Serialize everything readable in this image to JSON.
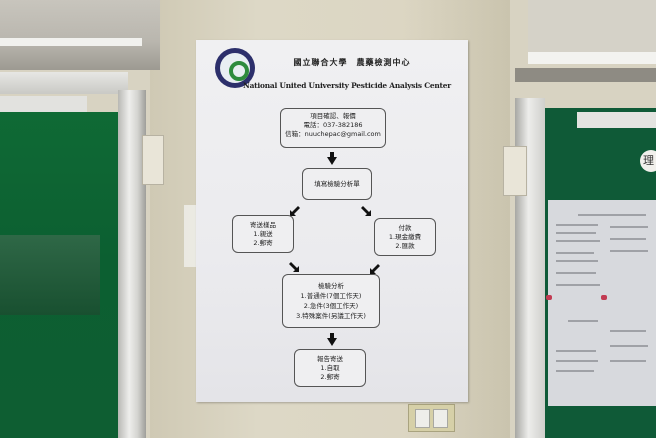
{
  "scene": {
    "description": "Flowchart poster taped on a wall between two green glass-fronted notice boards",
    "colors": {
      "wall": "#dcd6c3",
      "board_green": "#0e5e32",
      "poster_paper": "#ececef",
      "logo_navy": "#2c2f6b",
      "logo_green": "#2e8b3d"
    }
  },
  "poster": {
    "logo": "nuu-logo-icon",
    "title_cn": "國立聯合大學　農藥檢測中心",
    "title_en": "National United University Pesticide Analysis Center",
    "steps": {
      "contact": {
        "line1": "項目確認、報價",
        "line2": "電話：037-382186",
        "line3": "信箱：nuuchepac@gmail.com"
      },
      "form": {
        "line1": "填寫檢驗分析單"
      },
      "sample": {
        "line1": "寄送樣品",
        "line2": "1.親送",
        "line3": "2.郵寄"
      },
      "payment": {
        "line1": "付款",
        "line2": "1.現金繳費",
        "line3": "2.匯款"
      },
      "analysis": {
        "line1": "檢驗分析",
        "line2": "1.普通件(7個工作天)",
        "line3": "2.急件(3個工作天)",
        "line4": "3.特殊案件(另議工作天)"
      },
      "report": {
        "line1": "報告寄送",
        "line2": "1.自取",
        "line3": "2.郵寄"
      }
    }
  },
  "right_board": {
    "round_tag": "理"
  }
}
